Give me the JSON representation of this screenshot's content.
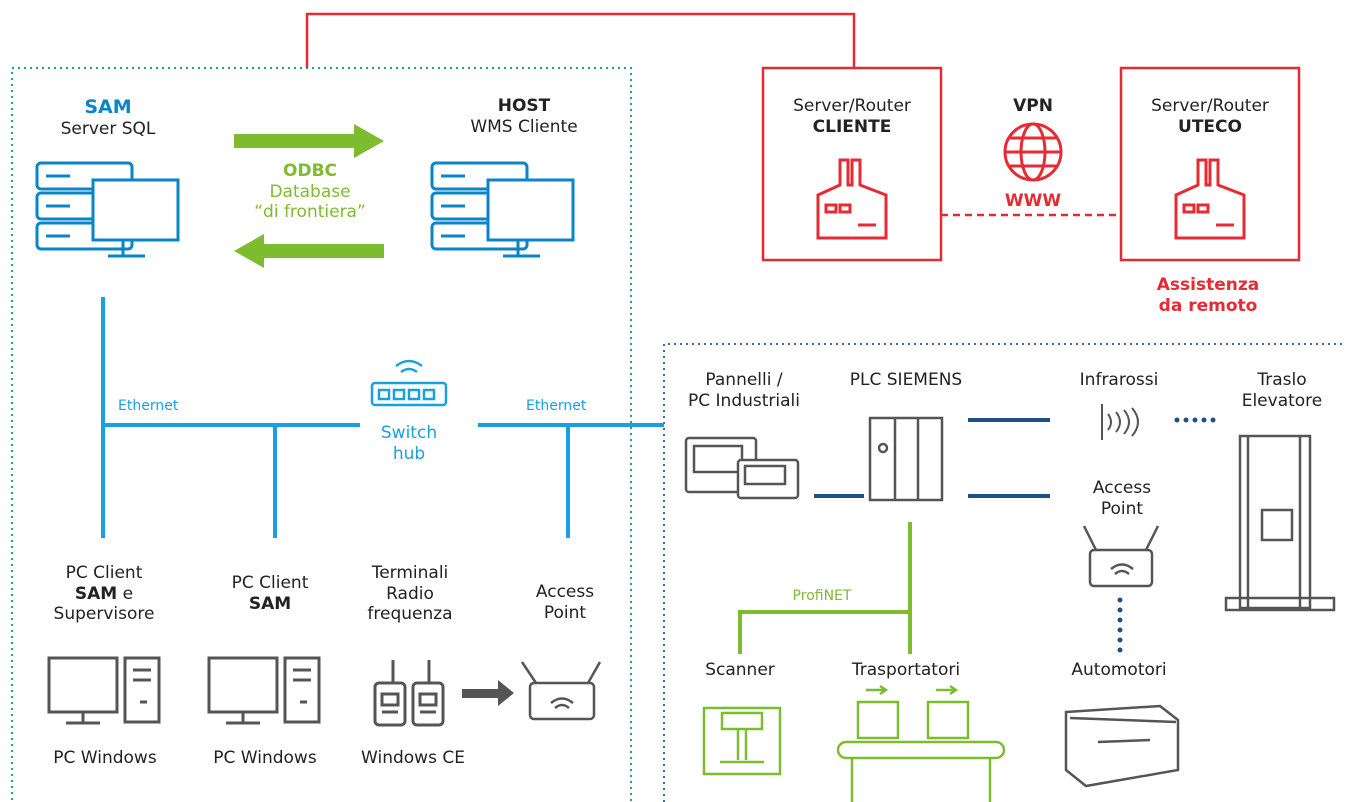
{
  "colors": {
    "lan_blue": "#1aa0e0",
    "server_blue": "#0a86c8",
    "odbc_green": "#7dbb2f",
    "vpn_red": "#e52b34",
    "plc_line": "#1d4f8c",
    "device_gray": "#555555"
  },
  "sam": {
    "title": "SAM",
    "subtitle": "Server SQL"
  },
  "host": {
    "title": "HOST",
    "subtitle": "WMS Cliente"
  },
  "odbc": {
    "title": "ODBC",
    "line1": "Database",
    "line2": "“di frontiera”"
  },
  "router_cliente": {
    "line1": "Server/Router",
    "line2": "CLIENTE"
  },
  "router_uteco": {
    "line1": "Server/Router",
    "line2": "UTECO"
  },
  "vpn": {
    "label": "VPN",
    "www": "WWW"
  },
  "remote": {
    "line1": "Assistenza",
    "line2": "da remoto"
  },
  "ethernet_left": "Ethernet",
  "ethernet_right": "Ethernet",
  "switch": {
    "line1": "Switch",
    "line2": "hub"
  },
  "clients": {
    "pc_client_sam_sup": {
      "line1": "PC Client",
      "line2_bold": "SAM",
      "line2_rest": " e",
      "line3": "Supervisore",
      "caption": "PC Windows"
    },
    "pc_client_sam": {
      "line1": "PC Client",
      "line2_bold": "SAM",
      "caption": "PC Windows"
    },
    "terminali": {
      "line1": "Terminali",
      "line2": "Radio",
      "line3": "frequenza",
      "caption": "Windows CE"
    },
    "access_point_left": {
      "line1": "Access",
      "line2": "Point"
    }
  },
  "plant": {
    "pannelli": {
      "line1": "Pannelli /",
      "line2": "PC Industriali"
    },
    "plc": "PLC SIEMENS",
    "infrarossi": "Infrarossi",
    "traslo": {
      "line1": "Traslo",
      "line2": "Elevatore"
    },
    "access_point_right": {
      "line1": "Access",
      "line2": "Point"
    },
    "profinet": "ProfiNET",
    "scanner": "Scanner",
    "trasportatori": "Trasportatori",
    "automotori": "Automotori"
  }
}
